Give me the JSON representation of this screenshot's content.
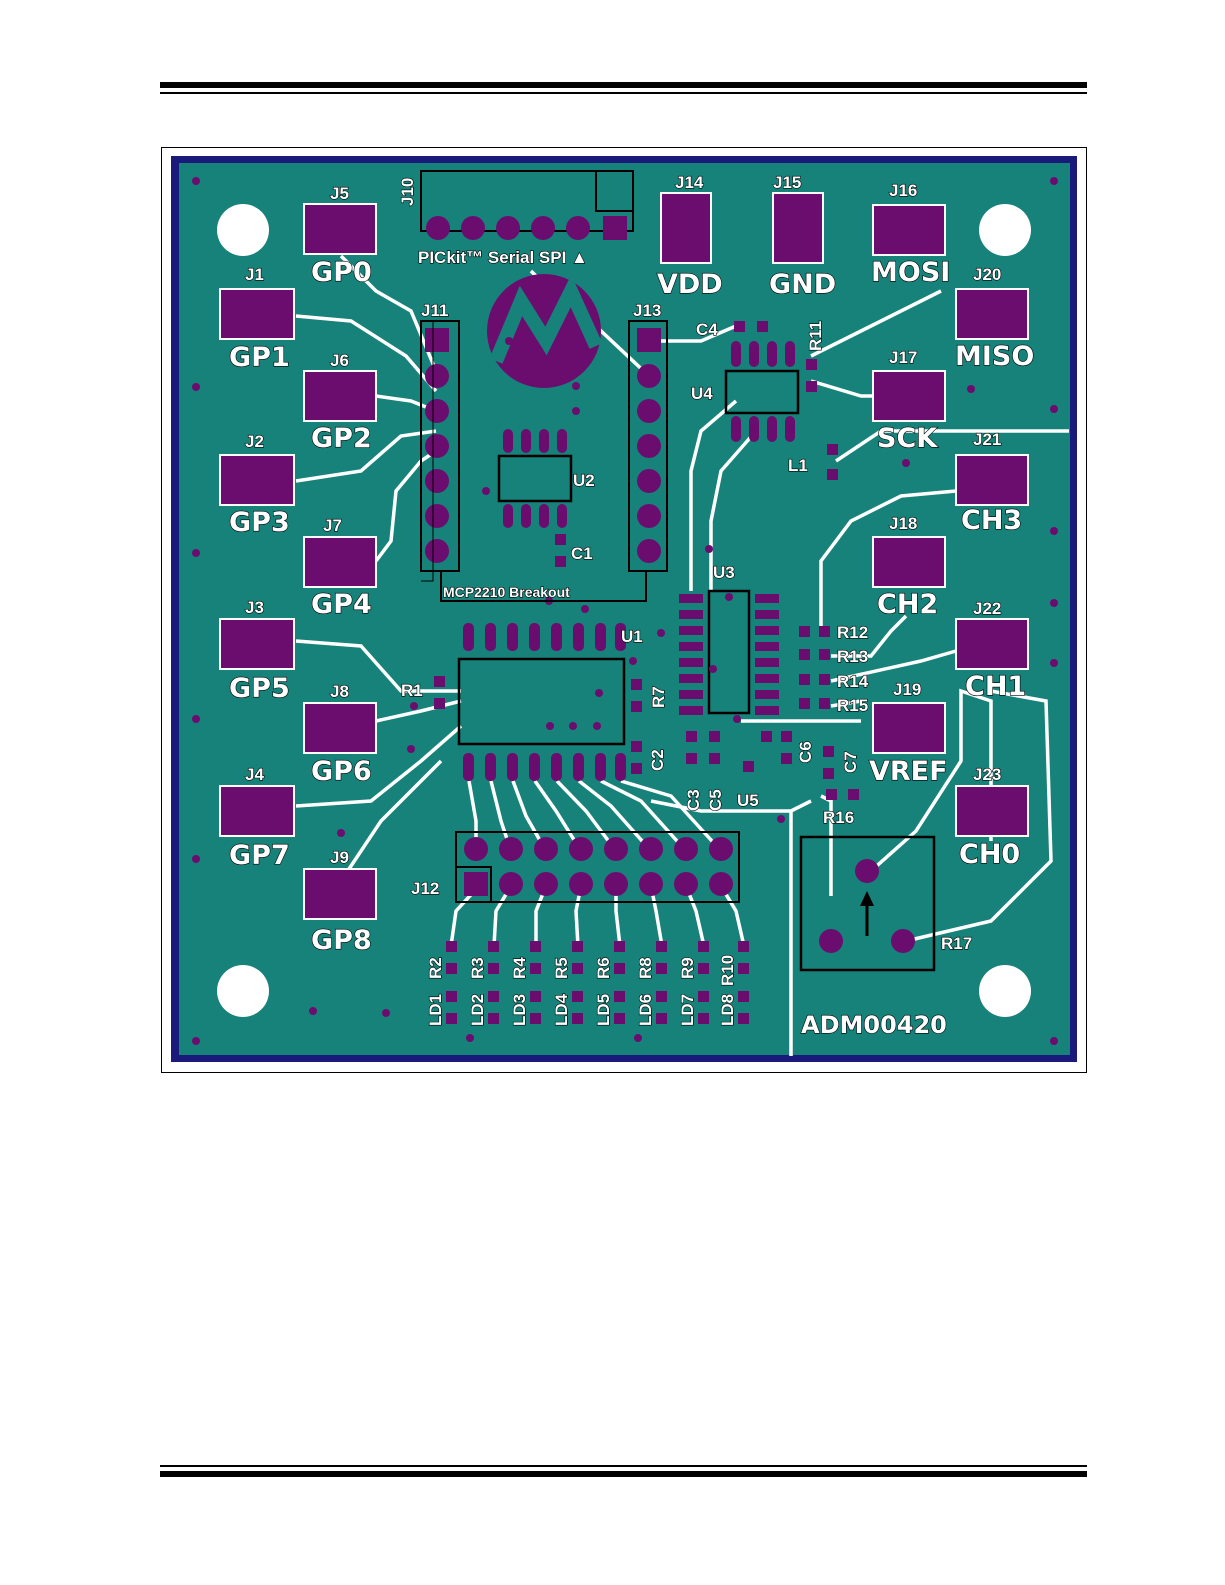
{
  "labels": {
    "J10": "J10",
    "pickit": "PICkit™ Serial SPI ▲",
    "J11": "J11",
    "J13": "J13",
    "J12": "J12",
    "J1": "J1",
    "J2": "J2",
    "J3": "J3",
    "J4": "J4",
    "J5": "J5",
    "J6": "J6",
    "J7": "J7",
    "J8": "J8",
    "J9": "J9",
    "J14": "J14",
    "J15": "J15",
    "J16": "J16",
    "J17": "J17",
    "J18": "J18",
    "J19": "J19",
    "J20": "J20",
    "J21": "J21",
    "J22": "J22",
    "J23": "J23",
    "GP0": "GP0",
    "GP1": "GP1",
    "GP2": "GP2",
    "GP3": "GP3",
    "GP4": "GP4",
    "GP5": "GP5",
    "GP6": "GP6",
    "GP7": "GP7",
    "GP8": "GP8",
    "VDD": "VDD",
    "GND": "GND",
    "MOSI": "MOSI",
    "MISO": "MISO",
    "SCK": "SCK",
    "CH3": "CH3",
    "CH2": "CH2",
    "CH1": "CH1",
    "VREF": "VREF",
    "CH0": "CH0",
    "U1": "U1",
    "U2": "U2",
    "U3": "U3",
    "U4": "U4",
    "U5": "U5",
    "C1": "C1",
    "C2": "C2",
    "C3": "C3",
    "C4": "C4",
    "C5": "C5",
    "C6": "C6",
    "C7": "C7",
    "L1": "L1",
    "R1": "R1",
    "R7": "R7",
    "R11": "R11",
    "R12": "R12",
    "R13": "R13",
    "R14": "R14",
    "R15": "R15",
    "R16": "R16",
    "R17": "R17",
    "breakout": "MCP2210 Breakout",
    "board_id": "ADM00420",
    "leds": [
      "LD1",
      "LD2",
      "LD3",
      "LD4",
      "LD5",
      "LD6",
      "LD7",
      "LD8"
    ],
    "res_leds": [
      "R2",
      "R3",
      "R4",
      "R5",
      "R6",
      "R8",
      "R9",
      "R10"
    ]
  },
  "colors": {
    "board": "#17827a",
    "copper": "#ffffff",
    "pad": "#6b0d6f",
    "outline": "#1a1a7a"
  }
}
